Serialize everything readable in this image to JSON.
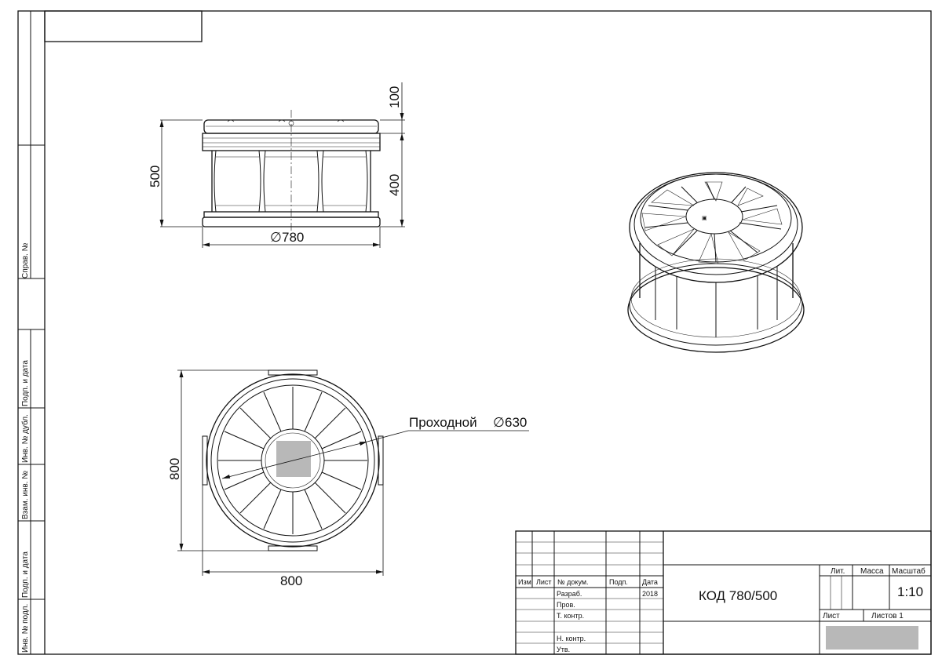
{
  "dimensions": {
    "top_rib_height": "100",
    "body_height": "400",
    "total_height": "500",
    "diameter": "780",
    "plan_width": "800",
    "plan_height": "800",
    "passage_label": "Проходной",
    "passage_diameter": "630",
    "diameter_symbol": "∅"
  },
  "side_stamp": {
    "sprav_no": "Справ. №",
    "podp_data_1": "Подп. и дата",
    "inv_dubl": "Инв. № дубл.",
    "vzam_inv": "Взам. инв. №",
    "podp_data_2": "Подп. и дата",
    "inv_podl": "Инв. № подл."
  },
  "title_block": {
    "col_izm": "Изм.",
    "col_list": "Лист",
    "col_doc": "№ докум.",
    "col_podp": "Подп.",
    "col_data": "Дата",
    "razrab": "Разраб.",
    "year": "2018",
    "prov": "Пров.",
    "t_kontr": "Т. контр.",
    "n_kontr": "Н. контр.",
    "utv": "Утв.",
    "designation": "КОД 780/500",
    "lit": "Лит.",
    "massa": "Масса",
    "masshtab": "Масштаб",
    "scale_value": "1:10",
    "sheet": "Лист",
    "sheets": "Листов 1"
  }
}
